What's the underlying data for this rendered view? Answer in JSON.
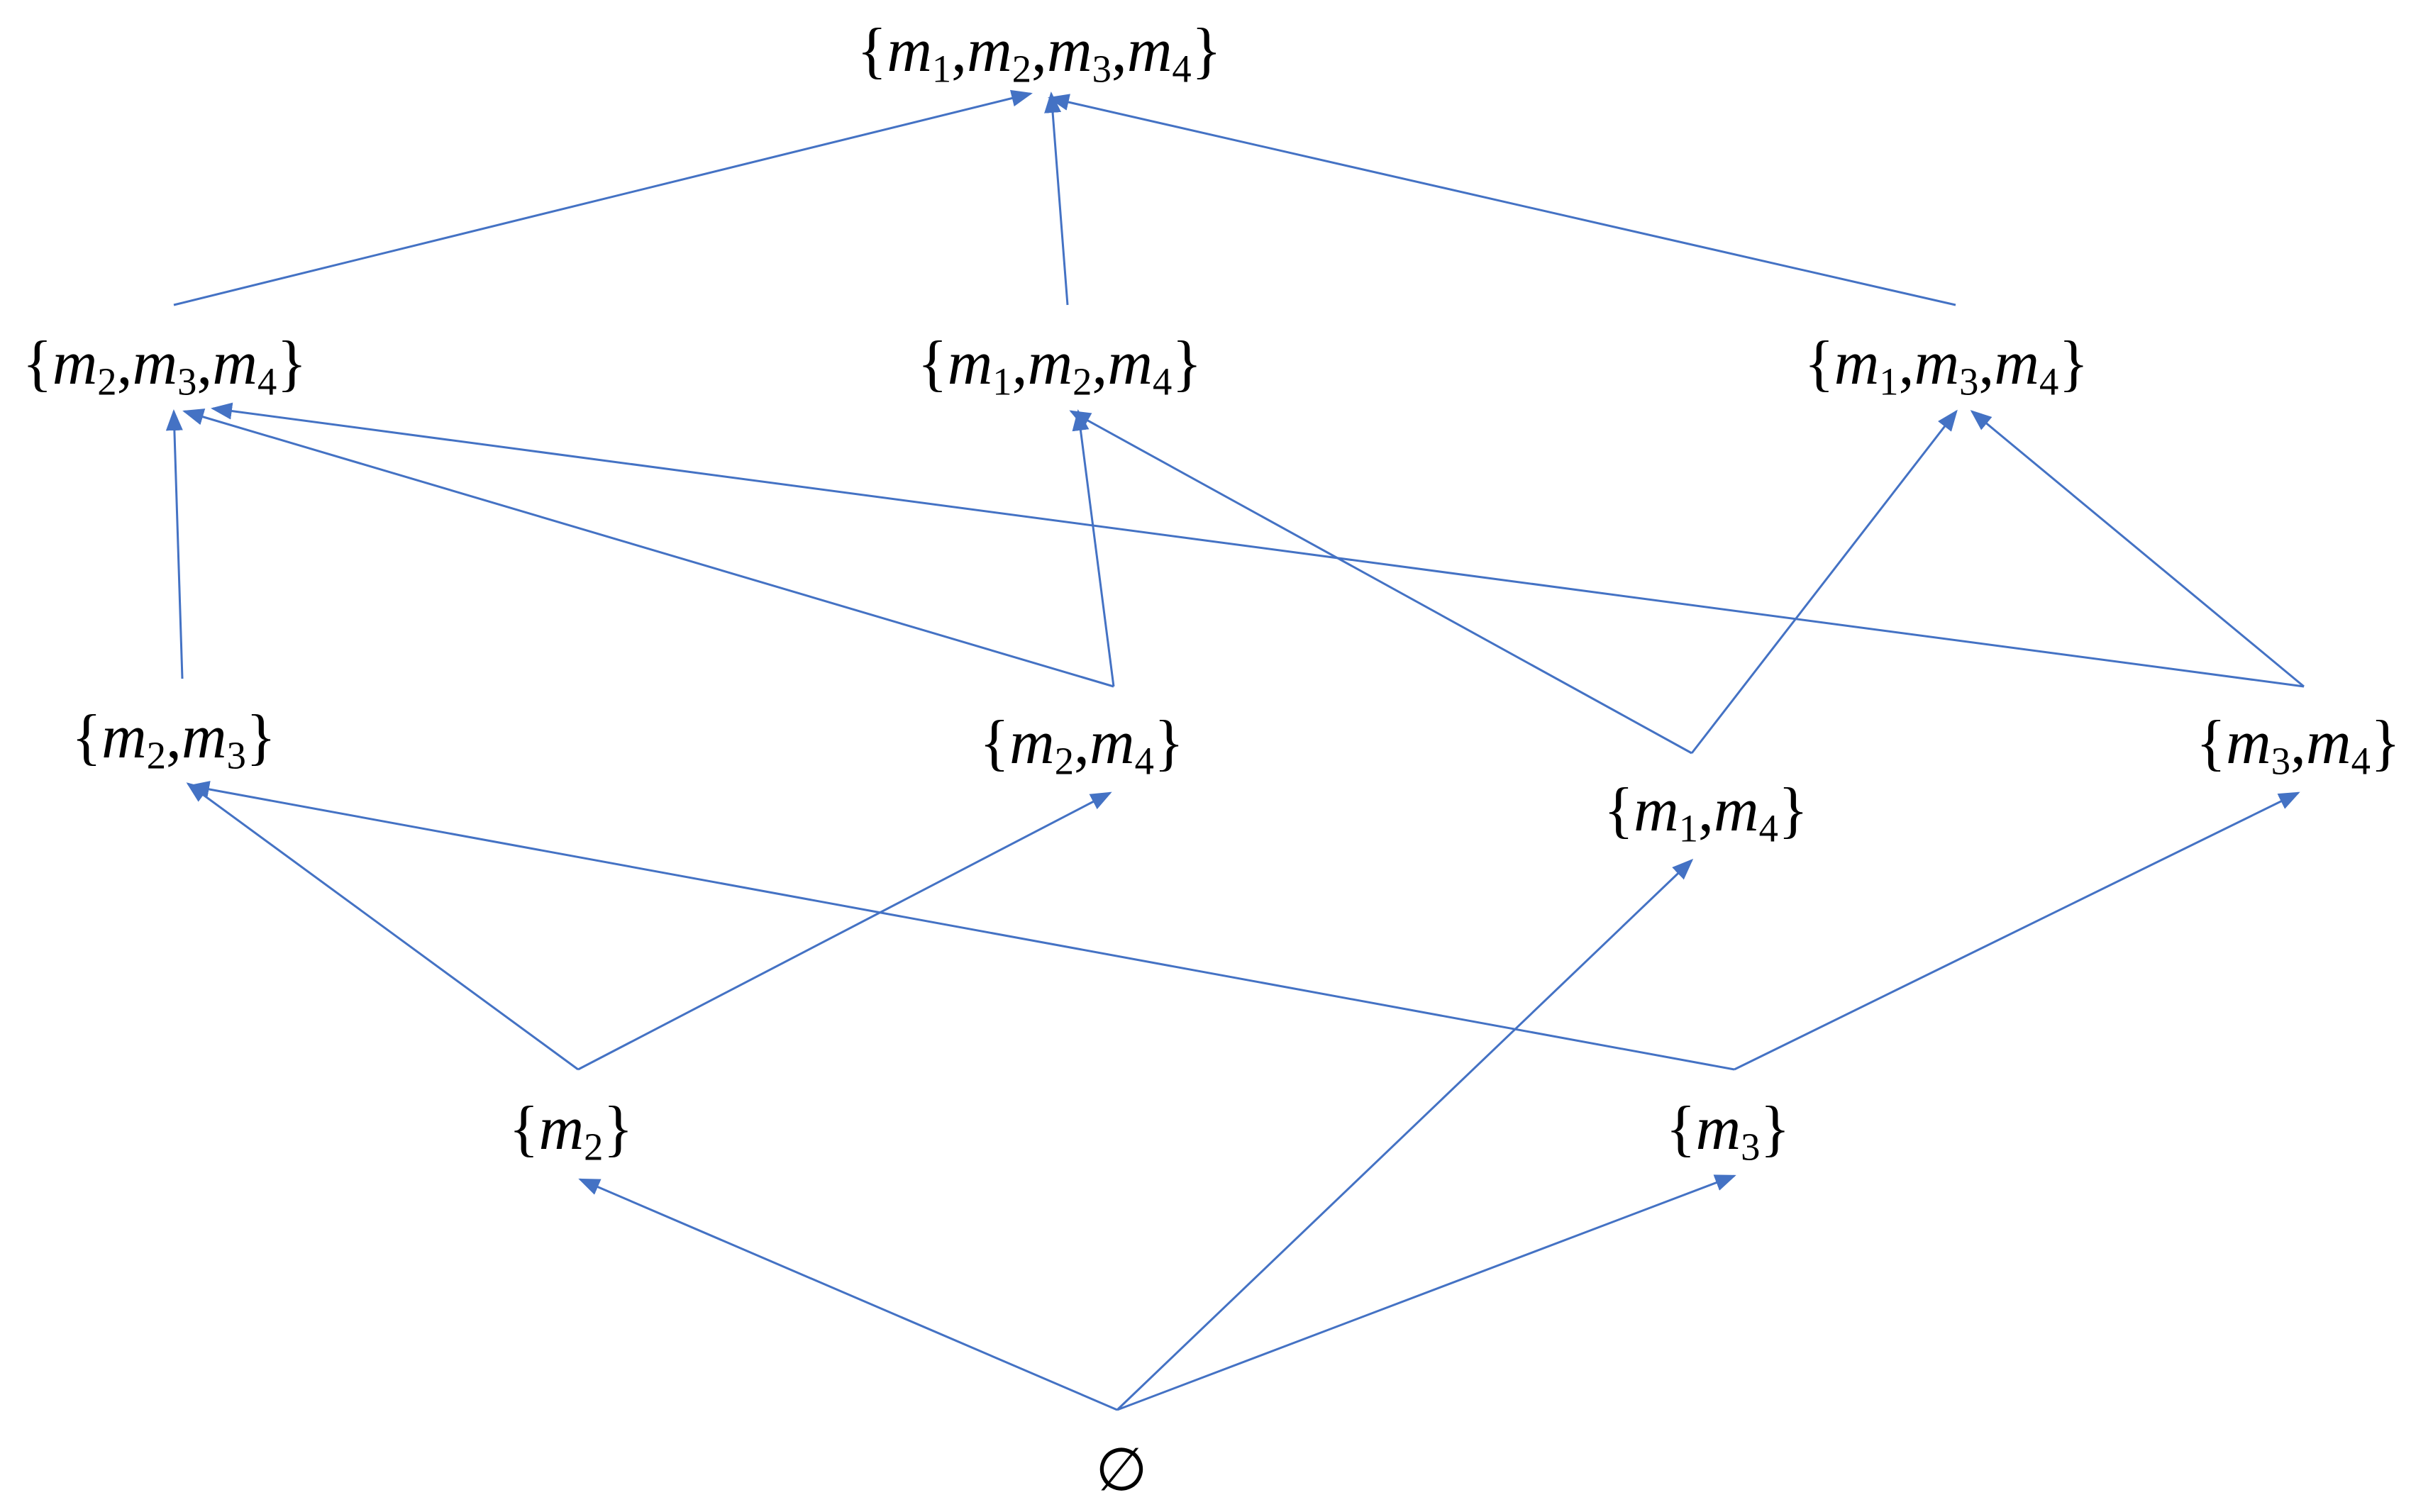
{
  "nodes": {
    "m1234": {
      "elements": [
        "1",
        "2",
        "3",
        "4"
      ]
    },
    "m234": {
      "elements": [
        "2",
        "3",
        "4"
      ]
    },
    "m124": {
      "elements": [
        "1",
        "2",
        "4"
      ]
    },
    "m134": {
      "elements": [
        "1",
        "3",
        "4"
      ]
    },
    "m23": {
      "elements": [
        "2",
        "3"
      ]
    },
    "m24": {
      "elements": [
        "2",
        "4"
      ]
    },
    "m14": {
      "elements": [
        "1",
        "4"
      ]
    },
    "m34": {
      "elements": [
        "3",
        "4"
      ]
    },
    "m2": {
      "elements": [
        "2"
      ]
    },
    "m3": {
      "elements": [
        "3"
      ]
    },
    "empty": {
      "label": "∅"
    }
  },
  "element_symbol": "m",
  "edges": [
    {
      "from": "m234",
      "to": "m1234"
    },
    {
      "from": "m124",
      "to": "m1234"
    },
    {
      "from": "m134",
      "to": "m1234"
    },
    {
      "from": "m23",
      "to": "m234"
    },
    {
      "from": "m24",
      "to": "m234"
    },
    {
      "from": "m34",
      "to": "m234"
    },
    {
      "from": "m24",
      "to": "m124"
    },
    {
      "from": "m14",
      "to": "m124"
    },
    {
      "from": "m14",
      "to": "m134"
    },
    {
      "from": "m34",
      "to": "m134"
    },
    {
      "from": "m2",
      "to": "m23"
    },
    {
      "from": "m2",
      "to": "m24"
    },
    {
      "from": "m3",
      "to": "m23"
    },
    {
      "from": "m3",
      "to": "m34"
    },
    {
      "from": "empty",
      "to": "m2"
    },
    {
      "from": "empty",
      "to": "m14"
    },
    {
      "from": "empty",
      "to": "m3"
    }
  ],
  "colors": {
    "edge": "#4472C4",
    "text": "#000000"
  }
}
